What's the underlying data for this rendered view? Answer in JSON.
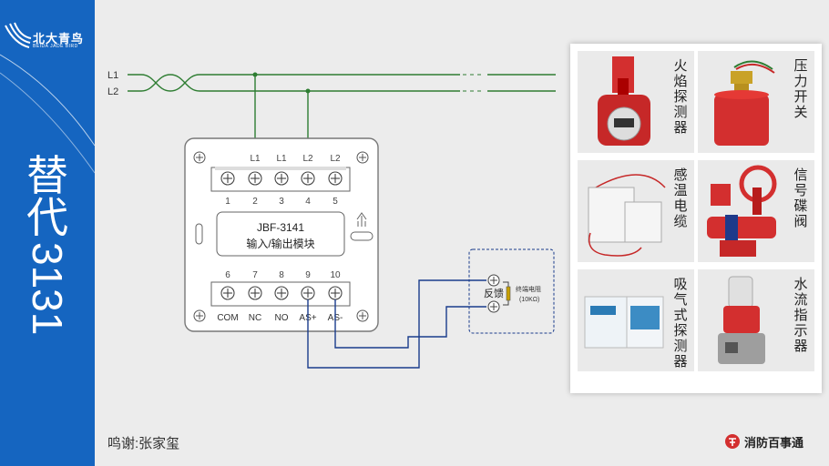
{
  "brand_logo": {
    "title": "北大青鸟",
    "subtitle": "BEIDA JADE BIRD"
  },
  "vertical_title": {
    "cjk": "替代",
    "num": "3131"
  },
  "lines": {
    "l1": "L1",
    "l2": "L2"
  },
  "module": {
    "model": "JBF-3141",
    "name": "输入/输出模块",
    "top_labels": [
      "L1",
      "L1",
      "L2",
      "L2"
    ],
    "top_numbers": [
      "1",
      "2",
      "3",
      "4",
      "5"
    ],
    "bottom_numbers": [
      "6",
      "7",
      "8",
      "9",
      "10"
    ],
    "bottom_labels": [
      "COM",
      "NC",
      "NO",
      "AS+",
      "AS-"
    ]
  },
  "feedback": {
    "label": "反馈",
    "resistor_label": "终端电阻",
    "resistor_value": "(10KΩ)"
  },
  "devices": [
    {
      "label": "火焰探测器"
    },
    {
      "label": "压力开关"
    },
    {
      "label": "感温电缆"
    },
    {
      "label": "信号碟阀"
    },
    {
      "label": "吸气式探测器"
    },
    {
      "label": "水流指示器"
    }
  ],
  "credit": "鸣谢:张家玺",
  "footer_brand": "消防百事通",
  "colors": {
    "sidebar": "#1565c0",
    "wire_green": "#2e7d32",
    "wire_blue": "#1a3c8c",
    "device_red": "#d32f2f"
  }
}
